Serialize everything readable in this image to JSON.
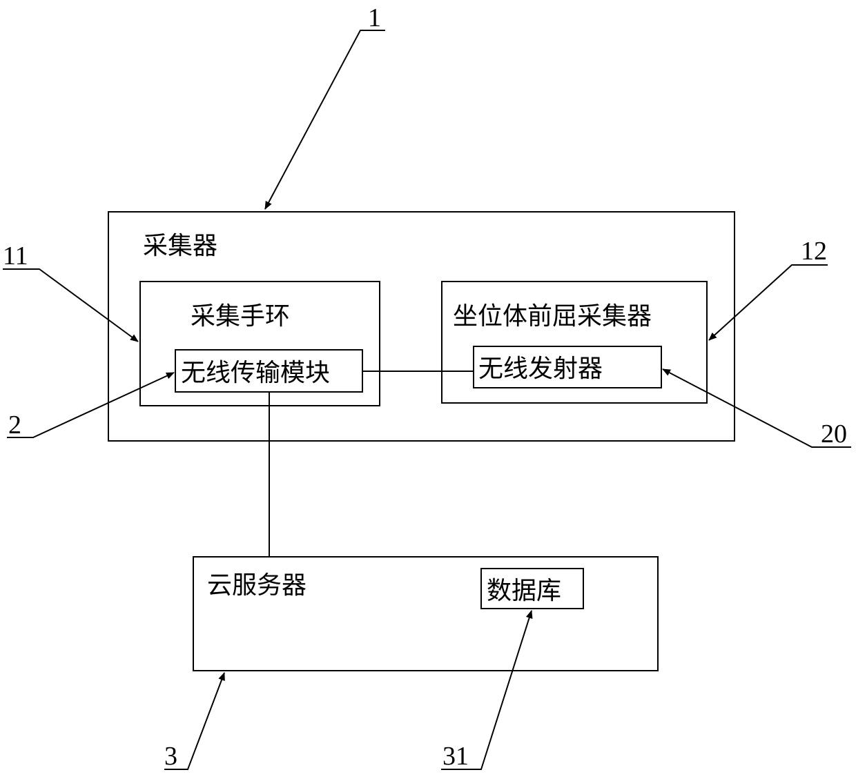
{
  "collector": {
    "title": "采集器",
    "ref": "1",
    "bracelet": {
      "title": "采集手环",
      "ref": "11",
      "wireless_module": {
        "label": "无线传输模块",
        "ref": "2"
      }
    },
    "sit_reach": {
      "title": "坐位体前屈采集器",
      "ref": "12",
      "transmitter": {
        "label": "无线发射器",
        "ref": "20"
      }
    }
  },
  "cloud": {
    "title": "云服务器",
    "ref": "3",
    "database": {
      "label": "数据库",
      "ref": "31"
    }
  }
}
